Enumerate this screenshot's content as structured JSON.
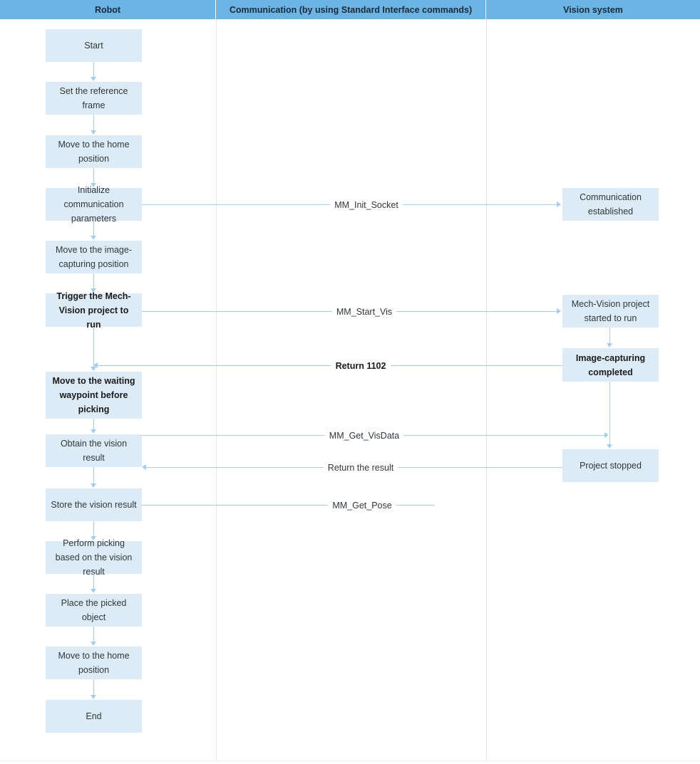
{
  "header": {
    "columns": [
      {
        "label": "Robot"
      },
      {
        "label": "Communication (by using Standard Interface commands)"
      },
      {
        "label": "Vision system"
      }
    ]
  },
  "chart_data": {
    "type": "diagram",
    "diagram_kind": "swimlane-flowchart",
    "title": "Robot / Communication / Vision system pick-and-place flow",
    "lanes": [
      "Robot",
      "Communication (by using Standard Interface commands)",
      "Vision system"
    ],
    "colors": {
      "header_background": "#6cb4e4",
      "header_text": "#1b2a38",
      "node_fill": "#ddebf7",
      "node_text": "#31373d",
      "connector": "#a8cde8",
      "lane_divider": "#e6e6e6",
      "page_background": "#ffffff"
    }
  },
  "robot_lane": {
    "nodes": [
      {
        "id": "start",
        "label": "Start",
        "bold": false
      },
      {
        "id": "set-frame",
        "label": "Set the reference frame",
        "bold": false
      },
      {
        "id": "home-1",
        "label": "Move to the home position",
        "bold": false
      },
      {
        "id": "init-comm",
        "label": "Initialize communication parameters",
        "bold": false
      },
      {
        "id": "move-capture",
        "label": "Move to the image-capturing position",
        "bold": false
      },
      {
        "id": "trigger",
        "label": "Trigger the Mech-Vision project to run",
        "bold": true
      },
      {
        "id": "waiting",
        "label": "Move to the waiting waypoint before picking",
        "bold": true
      },
      {
        "id": "obtain",
        "label": "Obtain the vision result",
        "bold": false
      },
      {
        "id": "store",
        "label": "Store the vision result",
        "bold": false
      },
      {
        "id": "pick",
        "label": "Perform picking based on the vision result",
        "bold": false
      },
      {
        "id": "place",
        "label": "Place the picked object",
        "bold": false
      },
      {
        "id": "home-2",
        "label": "Move to the home position",
        "bold": false
      },
      {
        "id": "end",
        "label": "End",
        "bold": false
      }
    ]
  },
  "vision_lane": {
    "nodes": [
      {
        "id": "comm-established",
        "label": "Communication established",
        "bold": false
      },
      {
        "id": "project-started",
        "label": "Mech-Vision project started to run",
        "bold": false
      },
      {
        "id": "capture-done",
        "label": "Image-capturing completed",
        "bold": true
      },
      {
        "id": "project-stopped",
        "label": "Project stopped",
        "bold": false
      }
    ]
  },
  "messages": [
    {
      "id": "msg-init-socket",
      "label": "MM_Init_Socket",
      "direction": "robot-to-vision",
      "bold": false
    },
    {
      "id": "msg-start-vis",
      "label": "MM_Start_Vis",
      "direction": "robot-to-vision",
      "bold": false
    },
    {
      "id": "msg-return-1102",
      "label": "Return 1102",
      "direction": "vision-to-robot",
      "bold": true
    },
    {
      "id": "msg-get-visdata",
      "label": "MM_Get_VisData",
      "direction": "robot-to-vision",
      "bold": false
    },
    {
      "id": "msg-return-result",
      "label": "Return the result",
      "direction": "vision-to-robot",
      "bold": false
    },
    {
      "id": "msg-get-pose",
      "label": "MM_Get_Pose",
      "direction": "robot-to-vision",
      "bold": false
    }
  ]
}
